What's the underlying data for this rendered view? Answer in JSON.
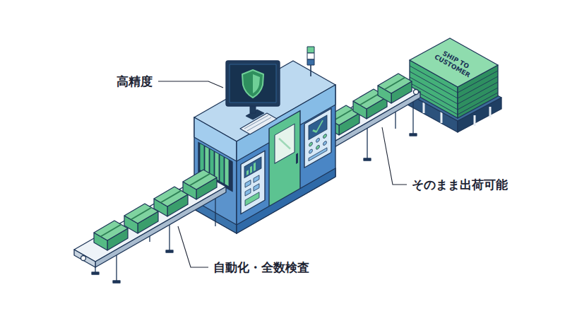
{
  "diagram": {
    "labels": [
      "高精度",
      "そのまま出荷可能",
      "自動化・全数検査",
      "SHIP TO CUSTOMER"
    ]
  }
}
